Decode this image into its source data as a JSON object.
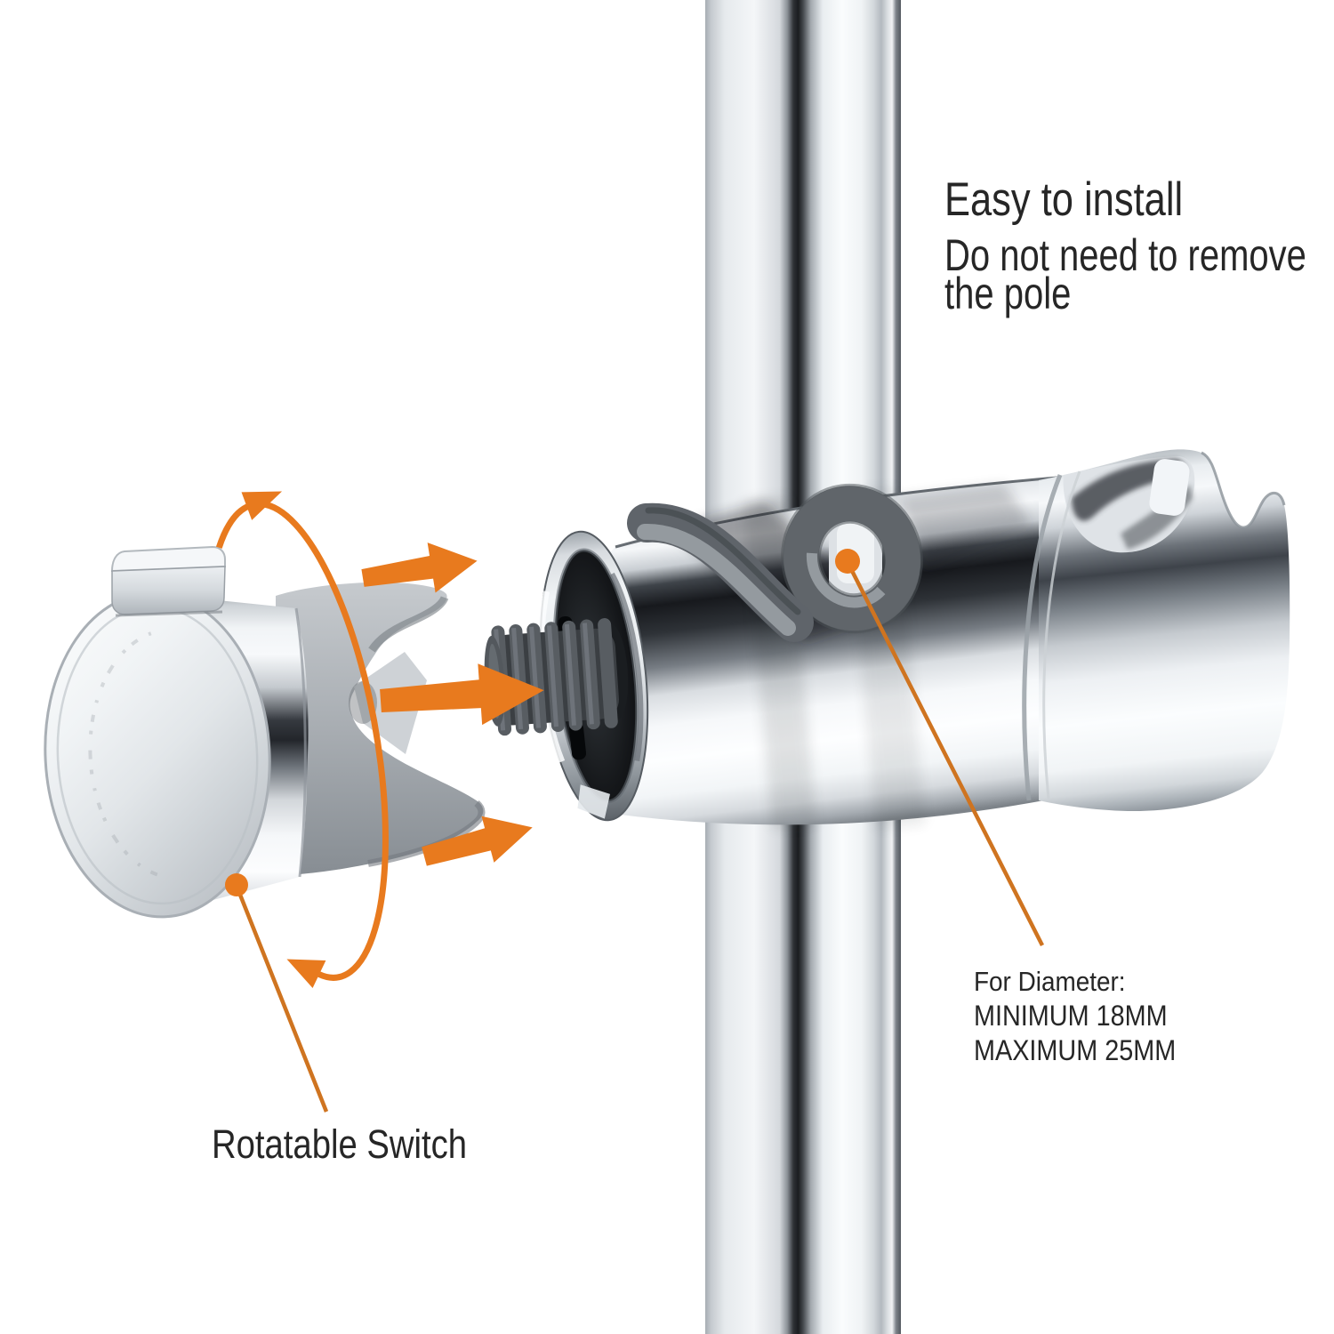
{
  "colors": {
    "accent": "#e87a1e",
    "leader_line": "#cf7420",
    "text": "#262626",
    "chrome_dark": "#202327",
    "rubber_gray": "#6b7177"
  },
  "callouts": {
    "install": {
      "title": "Easy to install",
      "subtitle_line1": "Do not need to remove",
      "subtitle_line2": "the pole"
    },
    "diameter": {
      "heading": "For Diameter:",
      "minimum": "MINIMUM 18MM",
      "maximum": "MAXIMUM 25MM"
    },
    "rotatable_switch": {
      "label": "Rotatable Switch"
    }
  }
}
